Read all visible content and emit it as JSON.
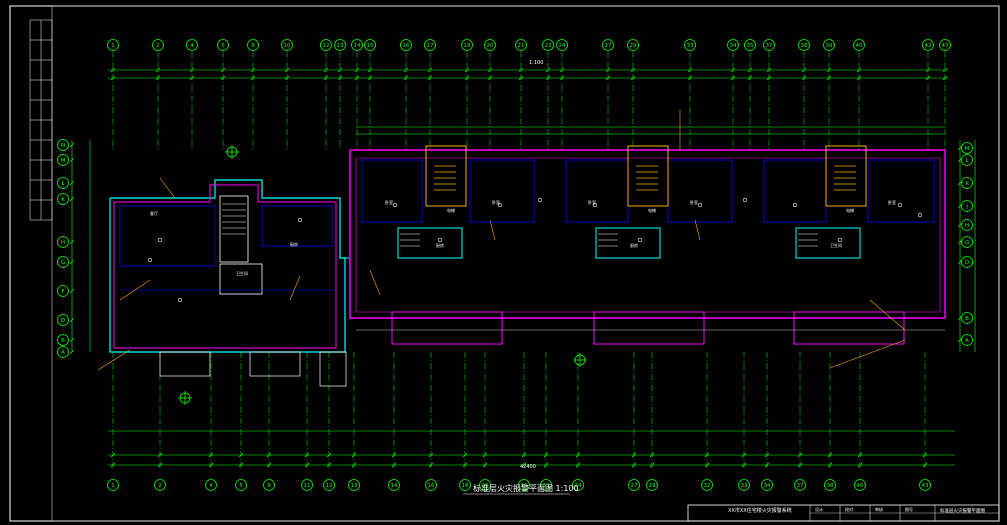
{
  "colors": {
    "background": "#000000",
    "frame": "#ffffff",
    "axis": "#00ff00",
    "dimension": "#00ff00",
    "wall": "#ff00ff",
    "outline": "#00ffff",
    "furniture": "#0000ff",
    "stair": "#ffaa00",
    "annotation": "#ffff00",
    "text": "#ffffff"
  },
  "drawing": {
    "title": "标准层火灾报警平面图 1:100"
  },
  "axes": {
    "top": [
      "1",
      "2",
      "4",
      "5",
      "8",
      "10",
      "12",
      "13",
      "14",
      "15",
      "16",
      "17",
      "18",
      "20",
      "21",
      "23",
      "24",
      "27",
      "29",
      "33",
      "34",
      "35",
      "37",
      "38",
      "39",
      "40",
      "42",
      "43"
    ],
    "bottom": [
      "1",
      "2",
      "4",
      "5",
      "8",
      "11",
      "12",
      "13",
      "14",
      "16",
      "18",
      "20",
      "21",
      "23",
      "24",
      "27",
      "29",
      "32",
      "33",
      "34",
      "37",
      "38",
      "40",
      "43"
    ],
    "left": [
      "N",
      "M",
      "L",
      "K",
      "H",
      "G",
      "F",
      "D",
      "B",
      "A"
    ],
    "right": [
      "M",
      "L",
      "K",
      "J",
      "H",
      "G",
      "D",
      "B",
      "A"
    ]
  },
  "dimensions": {
    "overall": "42400",
    "top_scale_note": "1:100"
  },
  "rooms": {
    "labels": [
      "客厅",
      "卧室",
      "卧室",
      "卧室",
      "卧室",
      "卧室",
      "厨房",
      "厨房",
      "厨房",
      "卫生间",
      "卫生间",
      "电梯",
      "电梯",
      "电梯"
    ]
  },
  "title_block": {
    "line1": "XX市XX住宅楼火灾报警系统",
    "line2": "标准层火灾报警平面图",
    "cells": [
      "设计",
      "校对",
      "审核",
      "图号"
    ]
  }
}
